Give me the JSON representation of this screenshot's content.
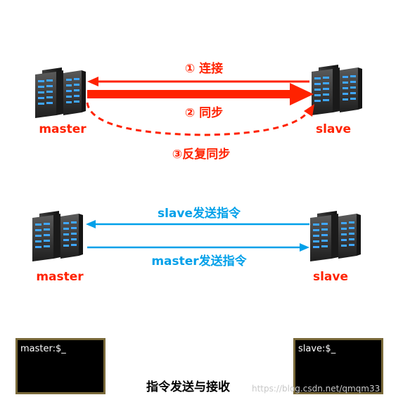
{
  "top_diagram": {
    "left_server_label": "master",
    "right_server_label": "slave",
    "arrow1_label": "① 连接",
    "arrow2_label": "② 同步",
    "arrow3_label": "③反复同步",
    "color": "#ff2200"
  },
  "middle_diagram": {
    "left_server_label": "master",
    "right_server_label": "slave",
    "arrow_to_master_label": "slave发送指令",
    "arrow_to_slave_label": "master发送指令",
    "arrow_color": "#00a0e9",
    "label_color": "#ff2200"
  },
  "terminals": {
    "master_prompt": "master:$_",
    "slave_prompt": "slave:$_",
    "caption": "指令发送与接收"
  },
  "watermark": "https://blog.csdn.net/qmqm33"
}
